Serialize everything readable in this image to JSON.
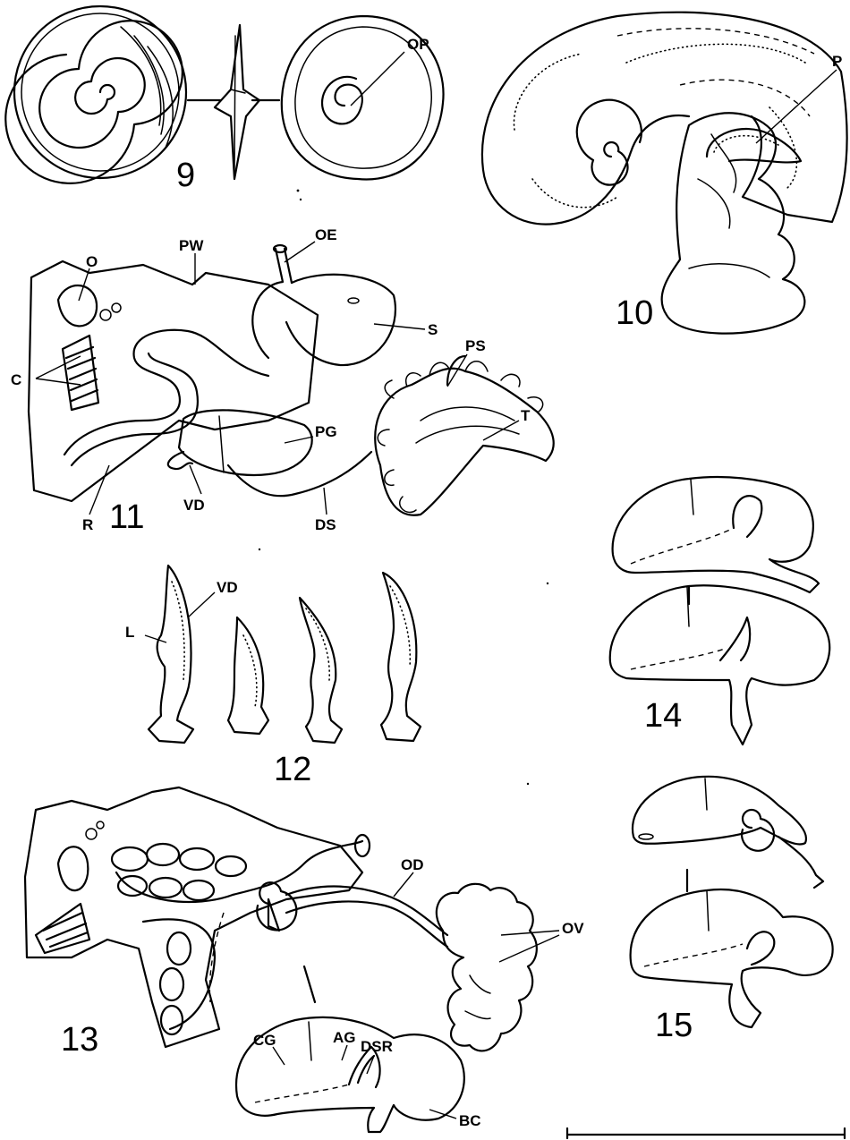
{
  "plate": {
    "figure_numbers": {
      "fig9": "9",
      "fig10": "10",
      "fig11": "11",
      "fig12": "12",
      "fig13": "13",
      "fig14": "14",
      "fig15": "15"
    },
    "fig9_labels": {
      "op": "OP"
    },
    "fig10_labels": {
      "p": "P"
    },
    "fig11_labels": {
      "o": "O",
      "pw": "PW",
      "oe": "OE",
      "s": "S",
      "c": "C",
      "ps": "PS",
      "pg": "PG",
      "t": "T",
      "r": "R",
      "vd": "VD",
      "ds": "DS"
    },
    "fig12_labels": {
      "vd": "VD",
      "l": "L"
    },
    "fig13_labels": {
      "od": "OD",
      "ov": "OV",
      "cg": "CG",
      "ag": "AG",
      "dsr": "DSR",
      "bc": "BC"
    }
  }
}
